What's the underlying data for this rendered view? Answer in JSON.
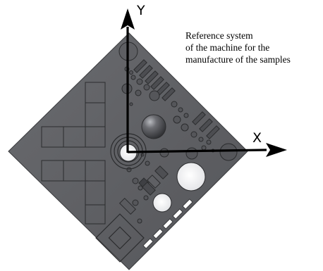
{
  "axes": {
    "y_label": "Y",
    "x_label": "X"
  },
  "caption": {
    "lines": [
      "Reference system",
      "of the machine for the",
      "manufacture of the samples"
    ]
  },
  "colors": {
    "plate": "#5b5c60",
    "plate_outline": "#3a3b3e",
    "feature_line": "#2b2c2e",
    "axis": "#000000",
    "hole_white": "#ffffff",
    "sphere": "#6f6f74"
  }
}
